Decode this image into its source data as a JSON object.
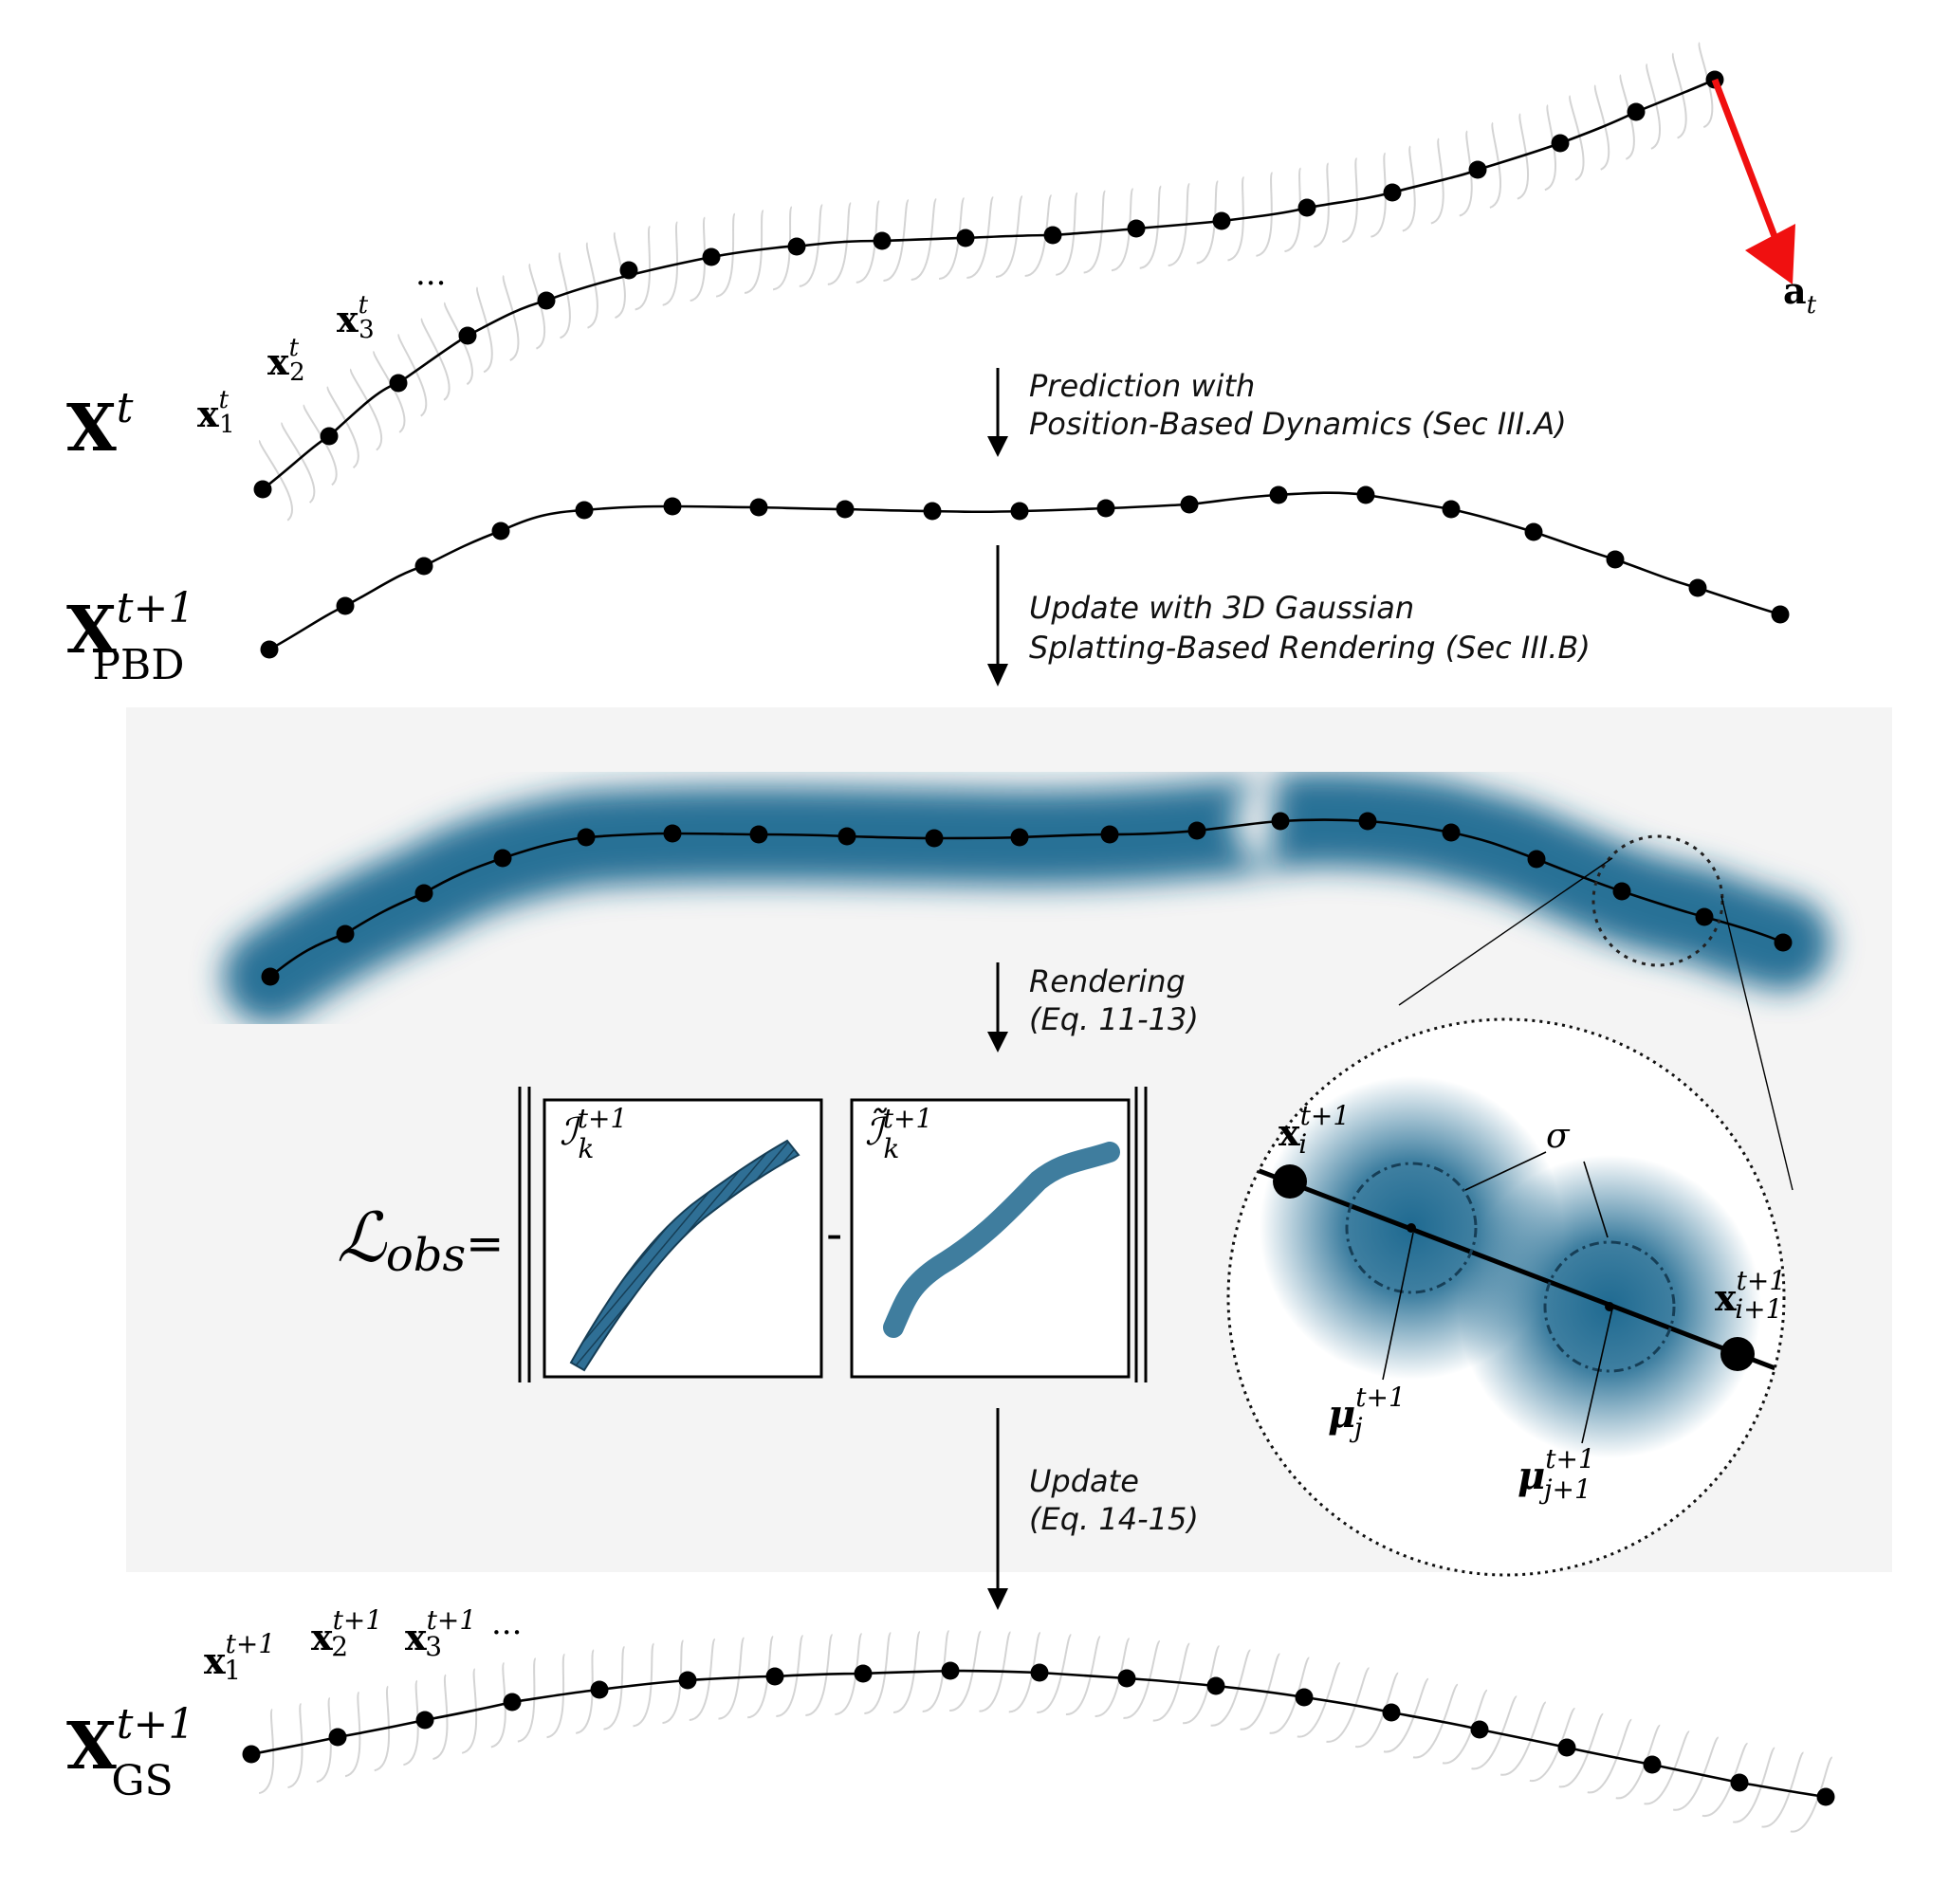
{
  "labels": {
    "X_t": {
      "base": "X",
      "sup": "t"
    },
    "X_pbd": {
      "base": "X",
      "sup": "t+1",
      "sub": "PBD"
    },
    "X_gs": {
      "base": "X",
      "sup": "t+1",
      "sub": "GS"
    },
    "top_nodes": [
      {
        "base": "x",
        "sub": "1",
        "sup": "t"
      },
      {
        "base": "x",
        "sub": "2",
        "sup": "t"
      },
      {
        "base": "x",
        "sub": "3",
        "sup": "t"
      }
    ],
    "top_ellipsis": "...",
    "action": {
      "base": "a",
      "sub": "t"
    },
    "bottom_nodes": [
      {
        "base": "x",
        "sub": "1",
        "sup": "t+1"
      },
      {
        "base": "x",
        "sub": "2",
        "sup": "t+1"
      },
      {
        "base": "x",
        "sub": "3",
        "sup": "t+1"
      }
    ],
    "bottom_ellipsis": "...",
    "loss": {
      "base": "ℒ",
      "sub": "obs",
      "equals": "="
    },
    "minus": "-",
    "image_obs": {
      "base": "ℐ",
      "sub": "k",
      "sup": "t+1"
    },
    "image_rend": {
      "base": "ℐ̃",
      "sub": "k",
      "sup": "t+1"
    },
    "zoom": {
      "x_i": {
        "base": "x",
        "sub": "i",
        "sup": "t+1"
      },
      "x_i1": {
        "base": "x",
        "sub": "i+1",
        "sup": "t+1"
      },
      "mu_j": {
        "base": "μ",
        "sub": "j",
        "sup": "t+1"
      },
      "mu_j1": {
        "base": "μ",
        "sub": "j+1",
        "sup": "t+1"
      },
      "sigma": "σ"
    }
  },
  "steps": [
    {
      "line1": "Prediction with",
      "line2": "Position-Based Dynamics (Sec III.A)"
    },
    {
      "line1": "Update with 3D Gaussian",
      "line2": "Splatting-Based Rendering (Sec III.B)"
    },
    {
      "line1": "Rendering",
      "line2": "(Eq. 11-13)"
    },
    {
      "line1": "Update",
      "line2": "(Eq. 14-15)"
    }
  ],
  "colors": {
    "gaussian_blue": "#1f6a91",
    "action_red": "#f01010",
    "panel_bg": "#f4f4f4",
    "rope_outline": "#d4d4d4"
  }
}
